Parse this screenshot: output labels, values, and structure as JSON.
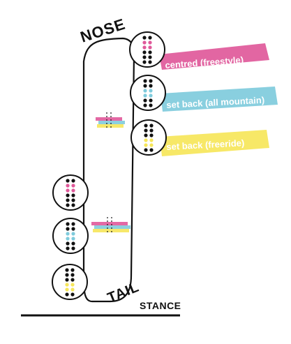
{
  "labels": {
    "nose": "NOSE",
    "tail": "TAIL",
    "stance": "STANCE"
  },
  "options": [
    {
      "text": "centred (freestyle)",
      "color": "#e0599a"
    },
    {
      "text": "set back (all mountain)",
      "color": "#7fcbdc"
    },
    {
      "text": "set back (freeride)",
      "color": "#f6e65a"
    }
  ],
  "colors": {
    "pink": "#e0599a",
    "blue": "#7fcbdc",
    "yellow": "#f6e65a",
    "ink": "#111111"
  }
}
